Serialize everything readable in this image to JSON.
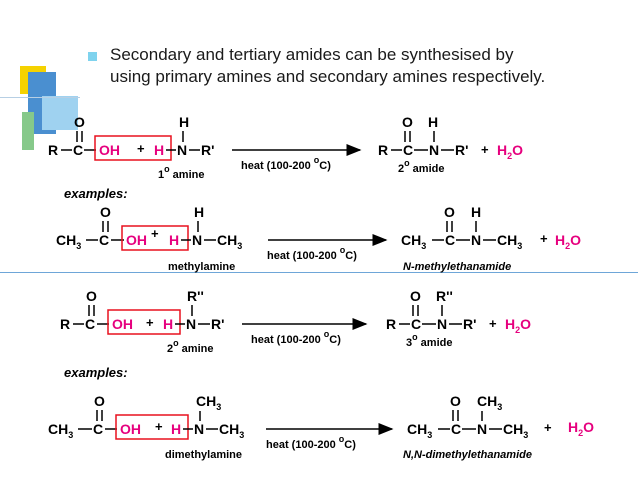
{
  "bullet": {
    "line1": "Secondary and tertiary amides can be synthesised by",
    "line2": "using primary amines and secondary amines respectively."
  },
  "labels": {
    "examples_1": "examples:",
    "examples_2": "examples:"
  },
  "reaction1": {
    "acid": [
      "R",
      "C",
      "OH",
      "O"
    ],
    "amine": [
      "H",
      "N",
      "R'",
      "H"
    ],
    "amine_caption": "1",
    "amine_caption_sup": "o",
    "amine_caption_word": " amine",
    "condition": "heat (100-200 ",
    "condition_sup": "o",
    "condition_end": "C)",
    "product": [
      "R",
      "C",
      "N",
      "R'",
      "O",
      "H"
    ],
    "product_caption": "2",
    "product_caption_sup": "o",
    "product_caption_word": " amide",
    "byproduct": "H",
    "byproduct_sub": "2",
    "byproduct_end": "O"
  },
  "example1": {
    "acid_left": "CH",
    "acid_left_sub": "3",
    "amine_name": "methylamine",
    "amine_right": "CH",
    "amine_right_sub": "3",
    "product_name": "N-methylethanamide",
    "condition": "heat (100-200 ",
    "condition_sup": "o",
    "condition_end": "C)"
  },
  "reaction2": {
    "amine_top": "R''",
    "amine_caption": "2",
    "amine_caption_sup": "o",
    "amine_caption_word": " amine",
    "product_top": "R''",
    "product_caption": "3",
    "product_caption_sup": "o",
    "product_caption_word": " amide",
    "condition": "heat (100-200 ",
    "condition_sup": "o",
    "condition_end": "C)"
  },
  "example2": {
    "amine_name": "dimethylamine",
    "product_name": "N,N-dimethylethanamide",
    "condition": "heat (100-200 ",
    "condition_sup": "o",
    "condition_end": "C)"
  },
  "colors": {
    "magenta": "#e6007e",
    "box": "#e8101e",
    "accent_blue": "#4a8fd0",
    "accent_yellow": "#f5d200",
    "accent_cyan": "#7fd3ee"
  }
}
